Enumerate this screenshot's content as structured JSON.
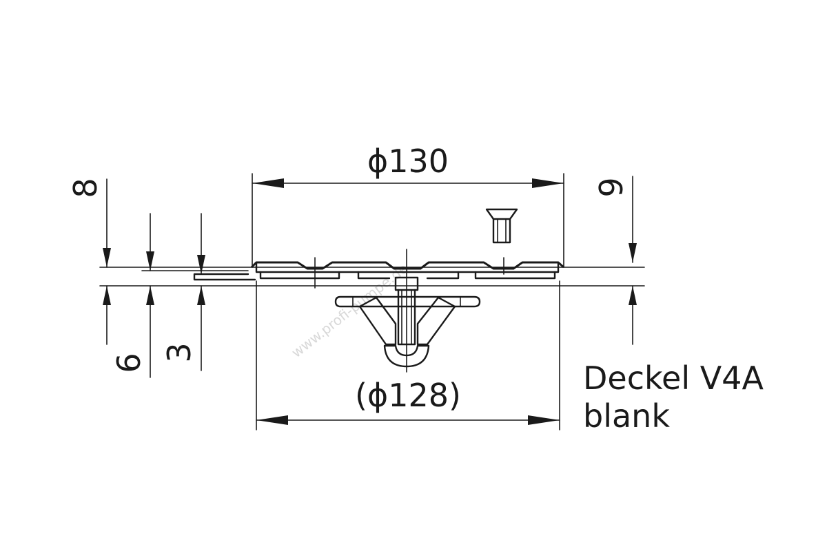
{
  "dimensions": {
    "outer_diameter": "ϕ130",
    "inner_diameter": "(ϕ128)",
    "left_height_8": "8",
    "left_height_6": "6",
    "left_height_3": "3",
    "right_height_9": "9"
  },
  "note": {
    "line1": "Deckel V4A",
    "line2": "blank"
  },
  "watermark": "www.profi-pumpe.de",
  "colors": {
    "line": "#1a1a1a",
    "background": "#ffffff"
  }
}
